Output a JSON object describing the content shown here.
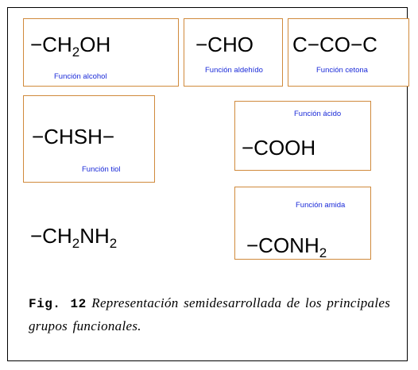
{
  "groups": {
    "alcohol": {
      "formula_html": "−CH<sub>2</sub>OH",
      "label": "Función alcohol"
    },
    "aldehido": {
      "formula_html": "−CHO",
      "label": "Función aldehído"
    },
    "cetona": {
      "formula_html": "C−CO−C",
      "label": "Función cetona"
    },
    "tiol": {
      "formula_html": "−CHSH−",
      "label": "Función tiol"
    },
    "acido": {
      "formula_html": "−COOH",
      "label": "Función ácido"
    },
    "amina": {
      "formula_html": "−CH<sub>2</sub>NH<sub>2</sub>"
    },
    "amida": {
      "formula_html": "−CONH<sub>2</sub>",
      "label": "Función amida"
    }
  },
  "caption": {
    "fig_label": "Fig. 12",
    "text": "Representación semidesarrollada de los principales grupos funcionales."
  },
  "colors": {
    "box_border": "#d08a3c",
    "label_text": "#1a2ad8"
  }
}
